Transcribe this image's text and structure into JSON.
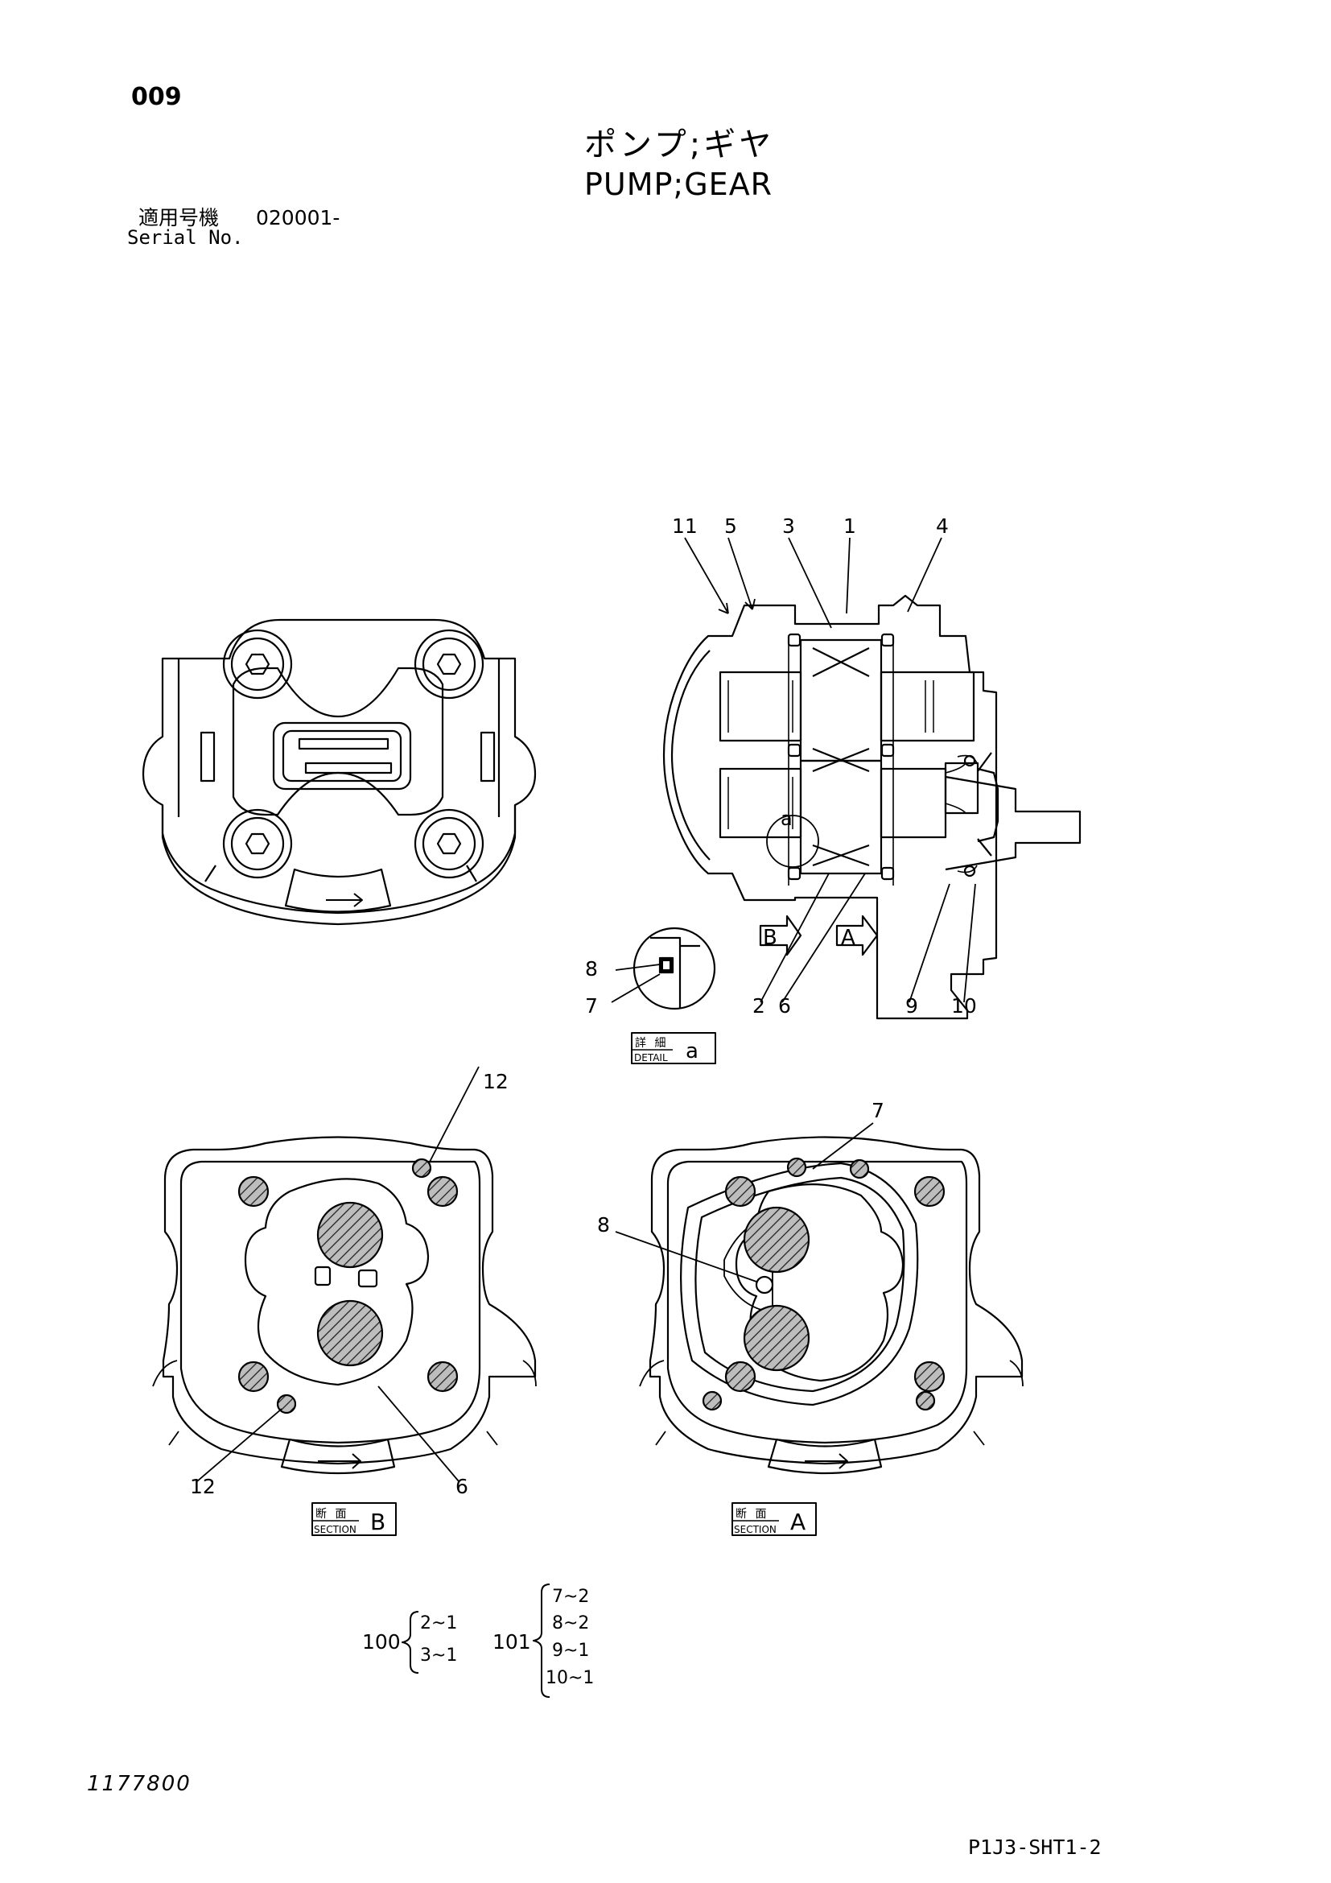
{
  "header": {
    "page_no": "009",
    "title_jp": "ポンプ;ギヤ",
    "title_en": "PUMP;GEAR",
    "serial_label_jp": "適用号機",
    "serial_value": "020001-",
    "serial_label_en": "Serial No."
  },
  "callouts": {
    "top_section": [
      "11",
      "5",
      "3",
      "1",
      "4",
      "2",
      "6",
      "9",
      "10",
      "a"
    ],
    "detail": [
      "8",
      "7"
    ],
    "section_b": [
      "12",
      "12",
      "6"
    ],
    "section_a": [
      "7",
      "8"
    ]
  },
  "view_markers": {
    "b": "B",
    "a": "A"
  },
  "tags": {
    "detail_jp": "詳 細",
    "detail_en": "DETAIL",
    "detail_letter": "a",
    "section_jp": "断 面",
    "section_en": "SECTION",
    "section_b_letter": "B",
    "section_a_letter": "A"
  },
  "assemblies": [
    {
      "id": "100",
      "items": [
        "2~1",
        "3~1"
      ]
    },
    {
      "id": "101",
      "items": [
        "7~2",
        "8~2",
        "9~1",
        "10~1"
      ]
    }
  ],
  "footer": {
    "doc_no": "1177800",
    "sheet_id": "P1J3-SHT1-2"
  }
}
